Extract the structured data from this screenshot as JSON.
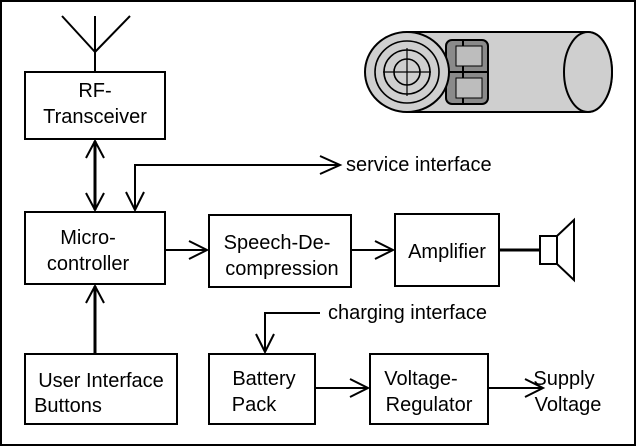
{
  "blocks": {
    "rf_transceiver": {
      "line1": "RF-",
      "line2": "Transceiver"
    },
    "microcontroller": {
      "line1": "Micro-",
      "line2": "controller"
    },
    "user_interface": {
      "line1": "User Interface",
      "line2": "Buttons"
    },
    "speech_decompression": {
      "line1": "Speech-De-",
      "line2": "compression"
    },
    "amplifier": {
      "line1": "Amplifier"
    },
    "battery_pack": {
      "line1": "Battery",
      "line2": "Pack"
    },
    "voltage_regulator": {
      "line1": "Voltage-",
      "line2": "Regulator"
    }
  },
  "labels": {
    "service_interface": "service interface",
    "charging_interface": "charging interface",
    "supply_voltage_line1": "Supply",
    "supply_voltage_line2": "Voltage"
  },
  "icons": [
    "antenna-icon",
    "speaker-icon",
    "device-illustration"
  ],
  "colors": {
    "line": "#000000",
    "background": "#ffffff",
    "device_body": "#cfcfcf",
    "device_window": "#8a8a8a"
  }
}
